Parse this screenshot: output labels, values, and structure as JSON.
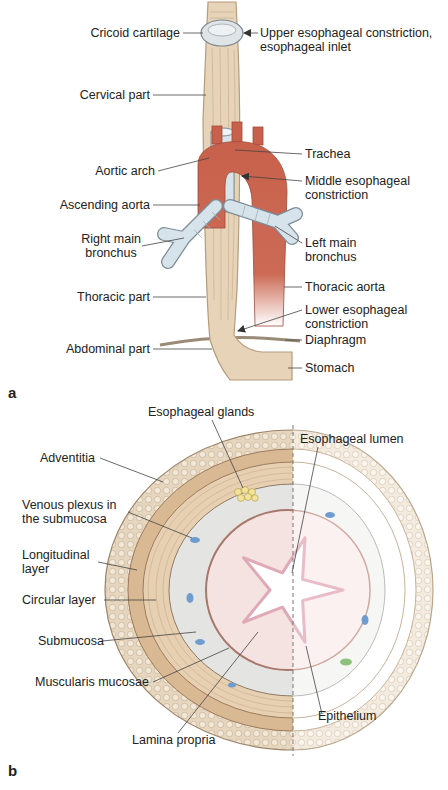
{
  "diagram": {
    "labels": [
      "Cricoid cartilage",
      "Upper esophageal constriction, esophageal inlet",
      "Cervical part",
      "Trachea",
      "Aortic arch",
      "Middle esophageal constriction",
      "Ascending aorta",
      "Right main bronchus",
      "Left main bronchus",
      "Thoracic aorta",
      "Thoracic part",
      "Lower esophageal constriction",
      "Abdominal part",
      "Diaphragm",
      "Stomach",
      "a",
      "Esophageal glands",
      "Esophageal lumen",
      "Adventitia",
      "Venous plexus in the submucosa",
      "Longitudinal layer",
      "Circular layer",
      "Submucosa",
      "Muscularis mucosae",
      "Epithelium",
      "Lamina propria",
      "b"
    ]
  }
}
